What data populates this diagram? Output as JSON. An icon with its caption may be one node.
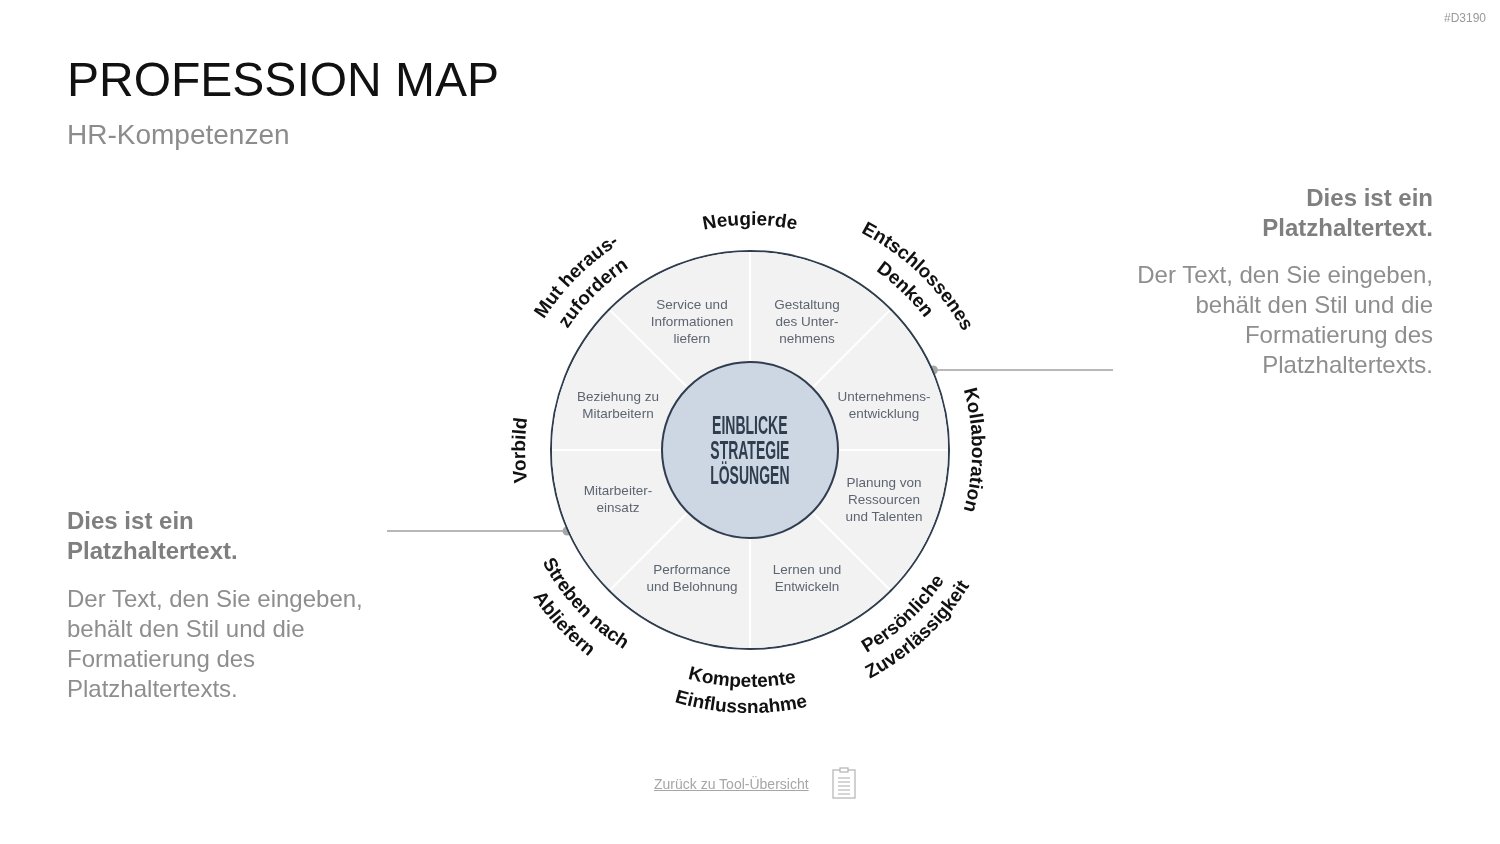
{
  "diagram": {
    "title": "PROFESSION MAP",
    "nodes": [
      {
        "text": [],
        "shape": "circle"
      },
      {
        "text": [
          "Service und Informationen liefern"
        ],
        "in": 0
      },
      {
        "text": [
          "Gestaltung des Unter- nehmens"
        ],
        "in": 0
      },
      {
        "text": [
          "Beziehung zu Mitarbeitern"
        ],
        "in": 0
      },
      {
        "text": [
          "EINBLICKE STRATEGIE LÖSUNGEN"
        ],
        "in": 0
      },
      {
        "text": [
          "Unternehmens- entwicklung"
        ],
        "in": 0
      },
      {
        "text": [
          "Mitarbeiter- einsatz"
        ],
        "in": 0
      },
      {
        "text": [
          "Planung von Ressourcen und Talenten"
        ],
        "in": 0
      },
      {
        "text": [
          "Performance und Belohnung"
        ],
        "in": 0
      },
      {
        "text": [
          "Lernen und Entwickeln"
        ],
        "in": 0
      },
      {
        "text": [
          "Dies ist ein Platzhaltertext.",
          "Der Text, den Sie eingeben, behält den Stil und die Formatierung des Platzhaltertexts."
        ]
      },
      {
        "text": [
          "Dies ist ein Platzhaltertext.",
          "Der Text, den Sie eingeben, behält den Stil und die Formatierung des Platzhaltertexts."
        ]
      }
    ],
    "edges": [
      {
        "from": 10,
        "to": 0,
        "arrow": "other"
      },
      {
        "from": 11,
        "to": 0,
        "arrow": "other"
      }
    ],
    "labels": [
      "#D3190",
      "HR-Kompetenzen",
      "Neugierde",
      "Mut heraus- zufordern",
      "Entschlossenes Denken",
      "Vorbild",
      "Kollaboration",
      "Streben nach Abliefern",
      "Persönliche Zuverlässigkeit",
      "Kompetente Einflussnahme",
      "Zurück zu Tool-Übersicht"
    ]
  }
}
